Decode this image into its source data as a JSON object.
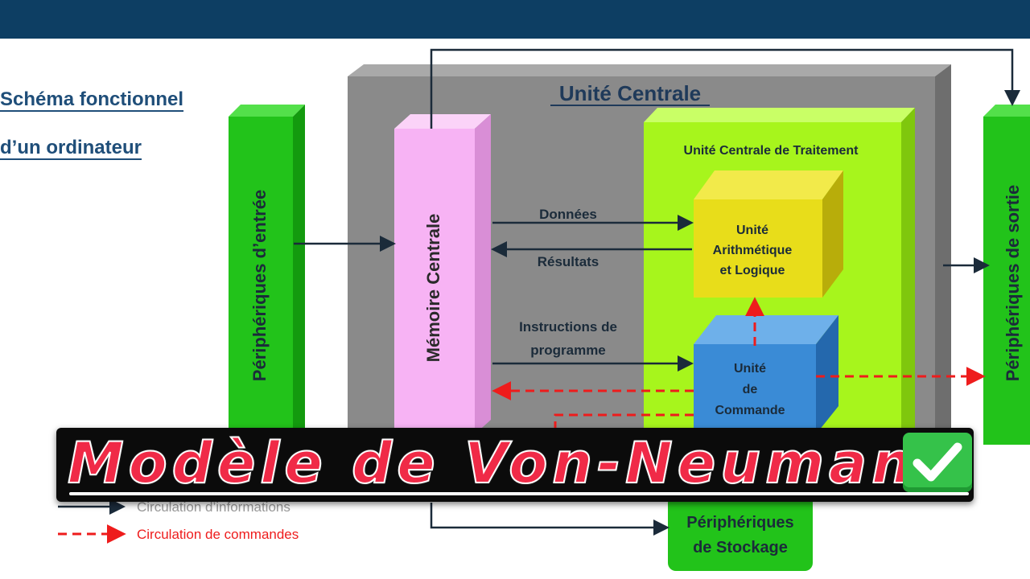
{
  "side_title": {
    "line1": "Schéma fonctionnel",
    "line2": "d’un ordinateur"
  },
  "diagram": {
    "unite_centrale": "Unité Centrale",
    "uct": "Unité Centrale de Traitement",
    "memoire_centrale": "Mémoire Centrale",
    "peripheriques_entree": "Périphériques d’entrée",
    "peripheriques_sortie": "Périphériques de sortie",
    "peripheriques_stockage": [
      "Périphériques",
      "de Stockage"
    ],
    "ual": [
      "Unité",
      "Arithmétique",
      "et Logique"
    ],
    "uc": [
      "Unité",
      "de",
      "Commande"
    ],
    "donnees": "Données",
    "resultats": "Résultats",
    "instructions": [
      "Instructions de",
      "programme"
    ]
  },
  "legend": {
    "info": "Circulation d’informations",
    "commandes": "Circulation de commandes"
  },
  "banner": {
    "title": "Modèle de Von-Neumann"
  },
  "colors": {
    "topbar": "#0d3e63",
    "green": "#22c31a",
    "lime": "#a7f51c",
    "pink": "#f7b3f4",
    "yellow": "#e8dd1a",
    "blue": "#3a8bd6",
    "gray": "#8a8a8a",
    "command_red": "#ee1c1c",
    "banner_red": "#f02a47"
  },
  "icons": [
    "check-mark-icon"
  ]
}
